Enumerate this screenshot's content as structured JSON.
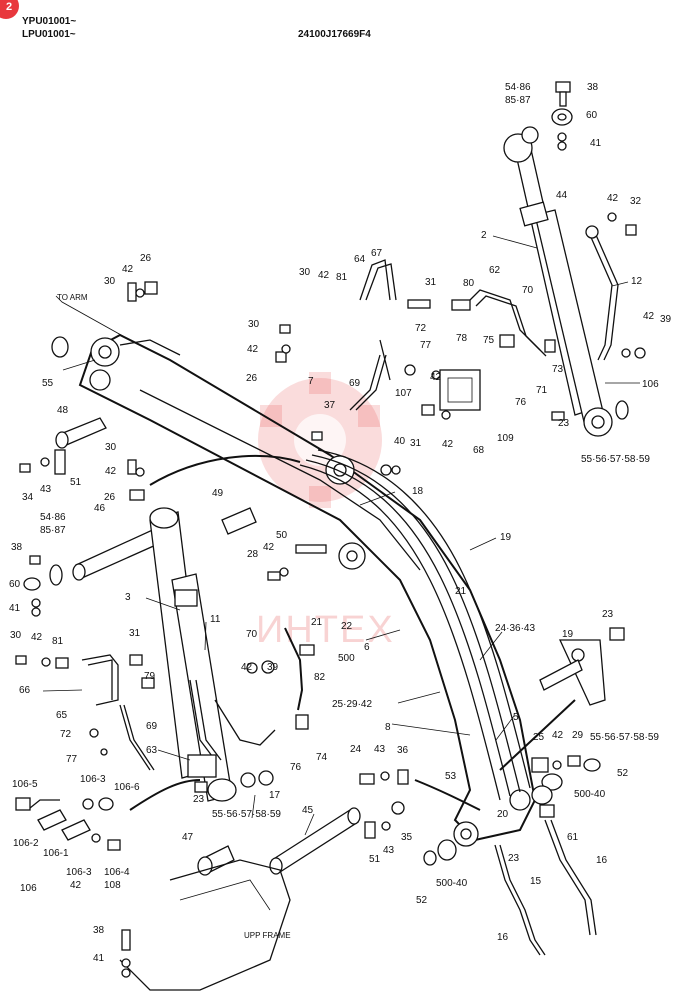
{
  "header": {
    "serial_top": "YPU01001~",
    "serial_bottom": "LPU01001~",
    "drawing_number": "24100J17669F4"
  },
  "badge": {
    "text": "2",
    "color": "#e8383d"
  },
  "notes": {
    "to_arm": "TO ARM",
    "upp_frame": "UPP FRAME"
  },
  "watermark": {
    "text": "ИНТЕХ",
    "color": "#e23b3b"
  },
  "callouts": [
    "38",
    "54·86",
    "85·87",
    "60",
    "41",
    "44",
    "42",
    "32",
    "2",
    "12",
    "42",
    "39",
    "106",
    "55·56·57·58·59",
    "23",
    "26",
    "30",
    "42",
    "55",
    "TO ARM",
    "64",
    "67",
    "30",
    "42",
    "81",
    "31",
    "80",
    "62",
    "70",
    "30",
    "72",
    "42",
    "77",
    "78",
    "75",
    "26",
    "7",
    "69",
    "107",
    "42",
    "73",
    "71",
    "76",
    "109",
    "37",
    "31",
    "42",
    "68",
    "40",
    "48",
    "34",
    "43",
    "51",
    "30",
    "42",
    "26",
    "18",
    "49",
    "46",
    "54·86",
    "85·87",
    "38",
    "60",
    "41",
    "50",
    "42",
    "28",
    "19",
    "21",
    "21",
    "22",
    "3",
    "11",
    "31",
    "500",
    "6",
    "24·36·43",
    "23",
    "19",
    "30",
    "42",
    "81",
    "66",
    "65",
    "72",
    "77",
    "79",
    "70",
    "82",
    "42",
    "39",
    "25·29·42",
    "8",
    "5",
    "63",
    "69",
    "76",
    "74",
    "24",
    "43",
    "36",
    "25",
    "42",
    "29",
    "55·56·57·58·59",
    "52",
    "53",
    "500-40",
    "106-5",
    "106-3",
    "106-6",
    "106-2",
    "106-1",
    "106",
    "106-3",
    "42",
    "106-4",
    "108",
    "23",
    "55·56·57·58·59",
    "17",
    "45",
    "47",
    "51",
    "43",
    "35",
    "20",
    "23",
    "61",
    "500-40",
    "52",
    "15",
    "16",
    "16",
    "38",
    "41",
    "UPP FRAME"
  ]
}
